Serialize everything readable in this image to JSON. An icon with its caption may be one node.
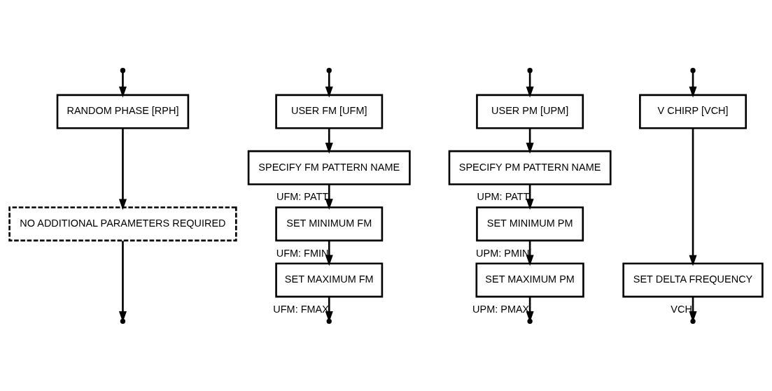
{
  "diagram": {
    "nodes": [
      {
        "text": [
          "RANDOM PHASE [RPH]"
        ]
      },
      {
        "text": [
          "NO ADDITIONAL PARAMETERS REQUIRED"
        ]
      },
      {
        "text": [
          "USER FM [UFM]"
        ]
      },
      {
        "text": [
          "SPECIFY FM PATTERN NAME"
        ]
      },
      {
        "text": [
          "SET MINIMUM FM"
        ]
      },
      {
        "text": [
          "SET MAXIMUM FM"
        ]
      },
      {
        "text": [
          "USER PM [UPM]"
        ]
      },
      {
        "text": [
          "SPECIFY PM PATTERN NAME"
        ]
      },
      {
        "text": [
          "SET MINIMUM PM"
        ]
      },
      {
        "text": [
          "SET MAXIMUM PM"
        ]
      },
      {
        "text": [
          "V CHIRP [VCH]"
        ]
      },
      {
        "text": [
          "SET DELTA FREQUENCY"
        ]
      }
    ],
    "edges": [
      {
        "from": null,
        "to": 0,
        "arrow": "to"
      },
      {
        "from": 0,
        "to": 1,
        "arrow": "to"
      },
      {
        "from": 1,
        "to": null,
        "arrow": "to"
      },
      {
        "from": null,
        "to": 2,
        "arrow": "to"
      },
      {
        "from": 2,
        "to": 3,
        "arrow": "to"
      },
      {
        "from": 3,
        "to": 4,
        "arrow": "to",
        "label": "UFM: PATT"
      },
      {
        "from": 4,
        "to": 5,
        "arrow": "to",
        "label": "UFM: FMIN"
      },
      {
        "from": 5,
        "to": null,
        "arrow": "to",
        "label": "UFM: FMAX"
      },
      {
        "from": null,
        "to": 6,
        "arrow": "to"
      },
      {
        "from": 6,
        "to": 7,
        "arrow": "to"
      },
      {
        "from": 7,
        "to": 8,
        "arrow": "to",
        "label": "UPM: PATT"
      },
      {
        "from": 8,
        "to": 9,
        "arrow": "to",
        "label": "UPM: PMIN"
      },
      {
        "from": 9,
        "to": null,
        "arrow": "to",
        "label": "UPM: PMAX"
      },
      {
        "from": null,
        "to": 10,
        "arrow": "to"
      },
      {
        "from": 10,
        "to": 11,
        "arrow": "to"
      },
      {
        "from": 11,
        "to": null,
        "arrow": "to",
        "label": "VCH"
      }
    ]
  }
}
